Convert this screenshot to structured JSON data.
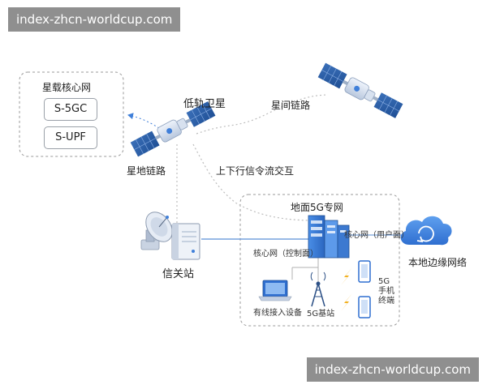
{
  "watermark": {
    "top": "index-zhcn-worldcup.com",
    "bottom": "index-zhcn-worldcup.com"
  },
  "onboard_core": {
    "title": "星载核心网",
    "nf1": "S-5GC",
    "nf2": "S-UPF"
  },
  "satellites": {
    "leo_label": "低轨卫星",
    "isl_label": "星间链路",
    "feeder_label": "星地链路",
    "signaling_label": "上下行信令流交互"
  },
  "gateway": {
    "label": "信关站"
  },
  "private_net": {
    "title": "地面5G专网",
    "core_user": "核心网（用户面）",
    "core_control": "核心网（控制面）",
    "edge_label": "本地边缘网络",
    "wired_label": "有线接入设备",
    "bs_label": "5G基站",
    "terminal_line1": "5G",
    "terminal_line2": "手机",
    "terminal_line3": "终端"
  },
  "colors": {
    "accent_blue": "#3f7fd9",
    "dashed_border": "#9a9a9a",
    "line_gray": "#b0b0b0",
    "lightning": "#f2b01e"
  }
}
